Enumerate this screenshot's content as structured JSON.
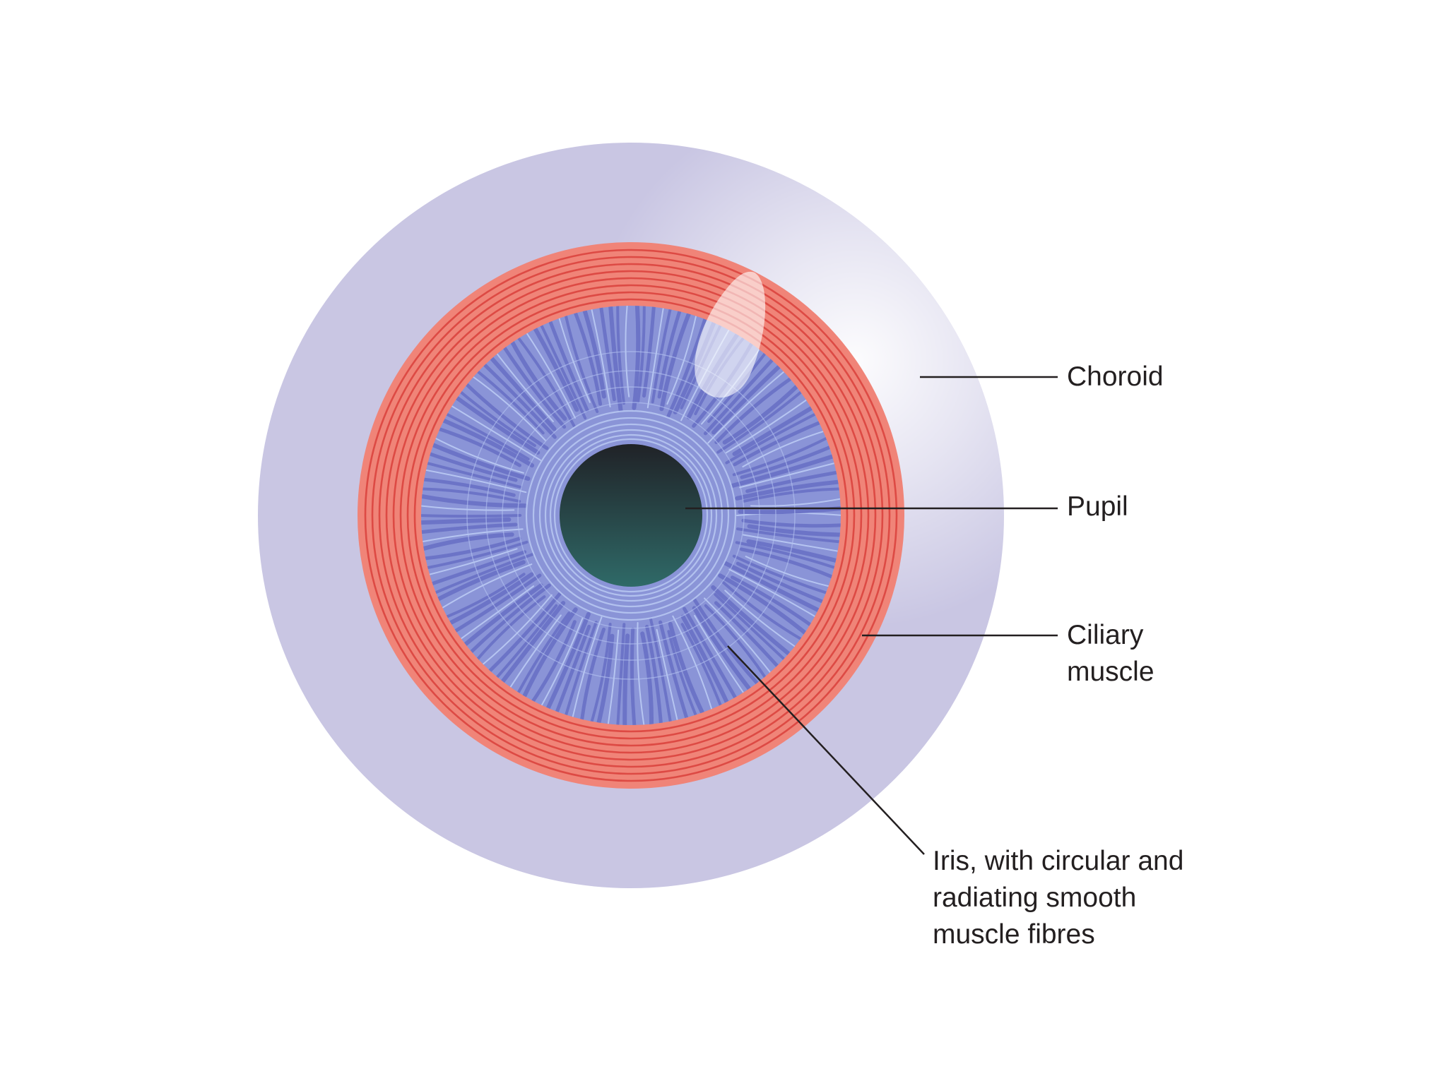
{
  "diagram": {
    "labels": {
      "choroid": "Choroid",
      "pupil": "Pupil",
      "ciliary_muscle": "Ciliary\nmuscle",
      "iris": "Iris, with circular and\nradiating smooth\nmuscle fibres"
    },
    "colors": {
      "background": "#ffffff",
      "choroid": "#c9c6e3",
      "ciliary_muscle": "#f08478",
      "ciliary_lines": "#dd4a44",
      "iris_base": "#8a94d7",
      "iris_fibres": "#6c74c7",
      "iris_highlight": "#b6c5f1",
      "pupil_top": "#202227",
      "pupil_bottom": "#2f6a68",
      "leader_line": "#231f20"
    }
  }
}
